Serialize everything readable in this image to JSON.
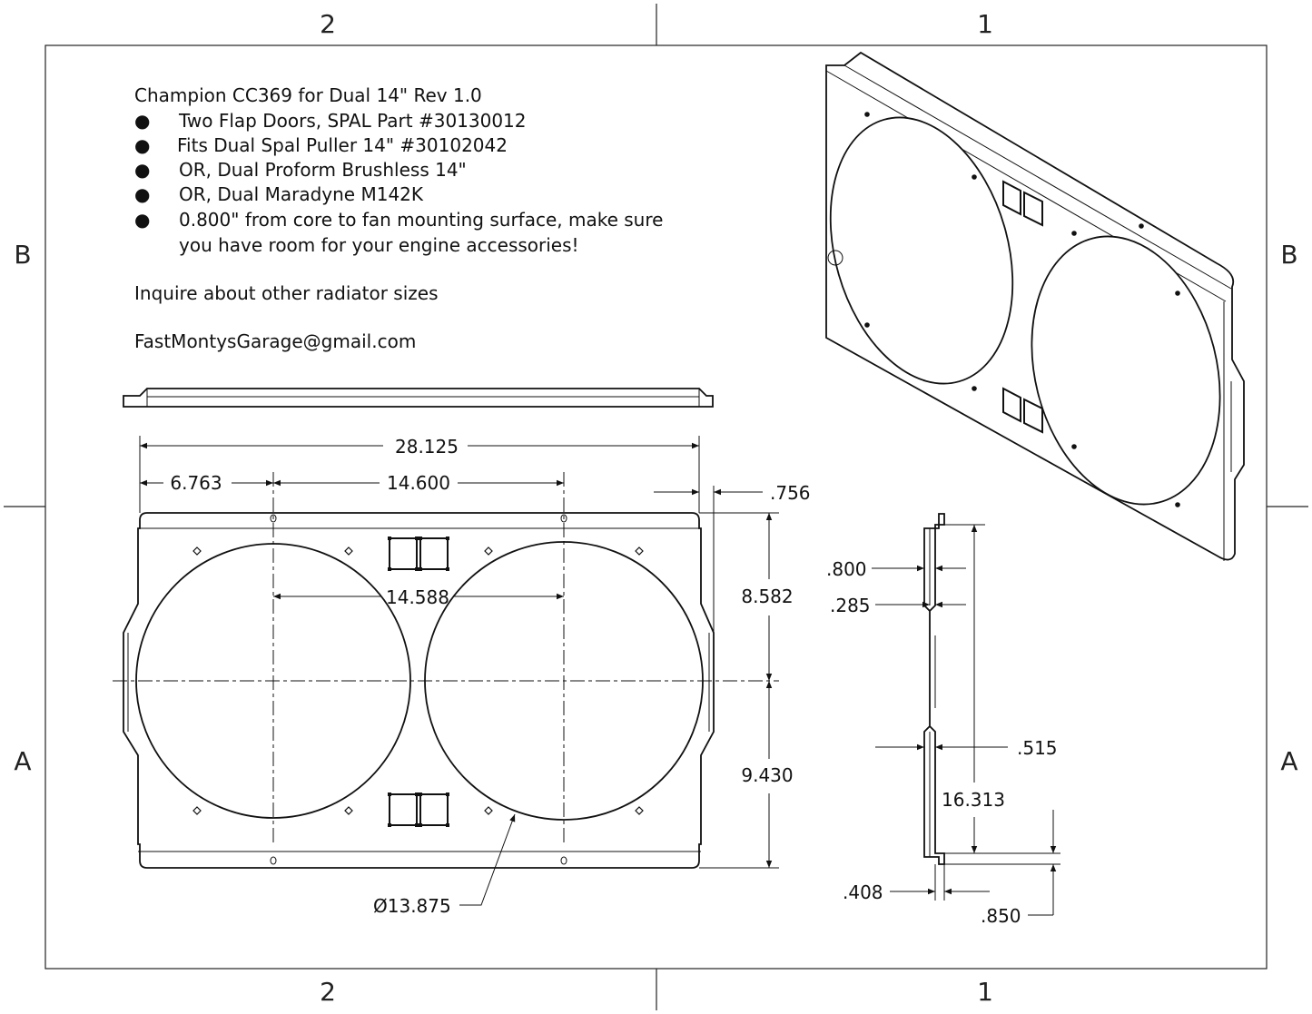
{
  "zones": {
    "top_left": "2",
    "top_right": "1",
    "bottom_left": "2",
    "bottom_right": "1",
    "left_upper": "B",
    "left_lower": "A",
    "right_upper": "B",
    "right_lower": "A"
  },
  "notes": {
    "title": "Champion CC369 for Dual 14\" Rev 1.0",
    "bullet_char": "●",
    "bullets": [
      "Two Flap Doors, SPAL Part #30130012",
      "Fits Dual Spal Puller 14\" #30102042",
      "OR, Dual Proform Brushless 14\"",
      "OR, Dual Maradyne M142K",
      "0.800\" from core to fan mounting surface, make sure"
    ],
    "bullet_continuation": "you have room for your engine accessories!",
    "inquire": "Inquire about other radiator sizes",
    "email": "FastMontysGarage@gmail.com"
  },
  "dimensions": {
    "overall_width": "28.125",
    "left_to_center": "6.763",
    "center_spacing": "14.600",
    "side_offset": ".756",
    "fan_spacing": "14.588",
    "upper_height": "8.582",
    "lower_height": "9.430",
    "fan_diameter": "Ø13.875",
    "flange_depth": ".800",
    "step_depth": ".285",
    "mid_step": ".515",
    "side_height": "16.313",
    "lip_thickness": ".408",
    "lip_height": ".850"
  },
  "colors": {
    "line": "#111111",
    "background": "#ffffff",
    "frame": "#222222"
  }
}
